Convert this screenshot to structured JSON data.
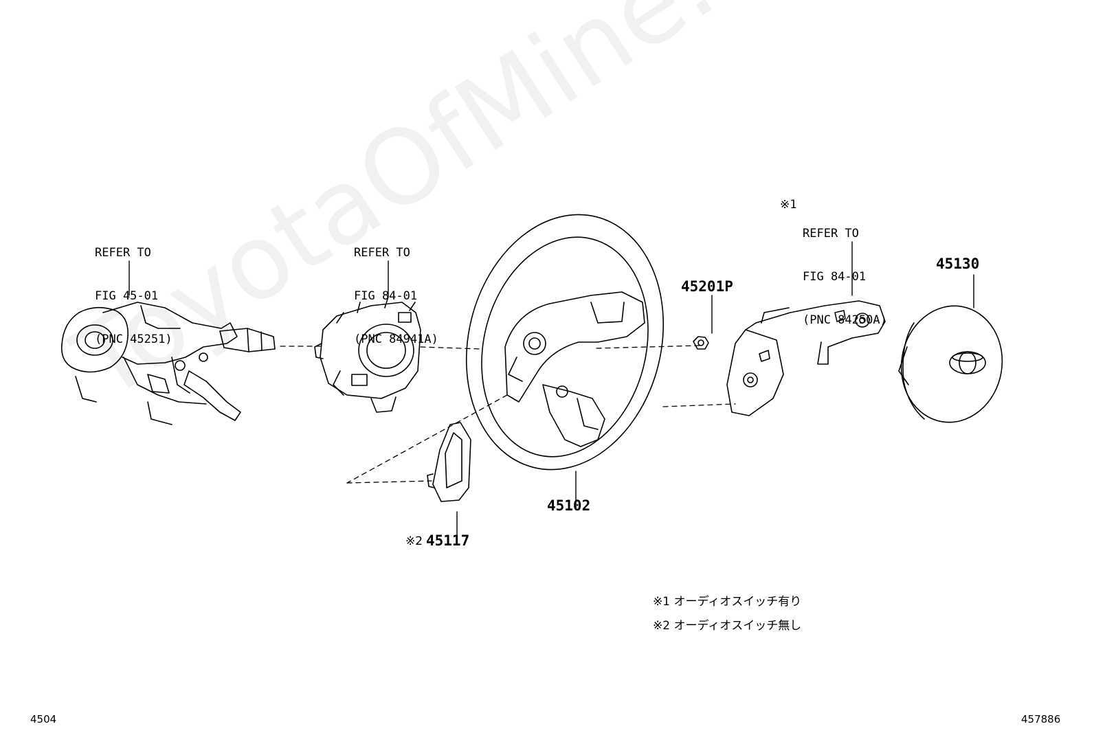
{
  "watermark": "ToyotaOfMine.ru",
  "callouts": {
    "column_ref": [
      "REFER TO",
      "FIG 45-01",
      "(PNC 45251)"
    ],
    "spiral_ref": [
      "REFER TO",
      "FIG 84-01",
      "(PNC 84941A)"
    ],
    "audio_ref_mark": "※1",
    "audio_ref": [
      "REFER TO",
      "FIG 84-01",
      "(PNC 84250A)"
    ]
  },
  "parts": {
    "p45201p": "45201P",
    "p45130": "45130",
    "p45102": "45102",
    "p45117_mark": "※2",
    "p45117": "45117"
  },
  "notes": {
    "note1": "※1 オーディオスイッチ有り",
    "note2": "※2 オーディオスイッチ無し"
  },
  "corner": {
    "left": "4504",
    "right": "457886"
  },
  "colors": {
    "ink": "#000000",
    "background": "#ffffff"
  }
}
